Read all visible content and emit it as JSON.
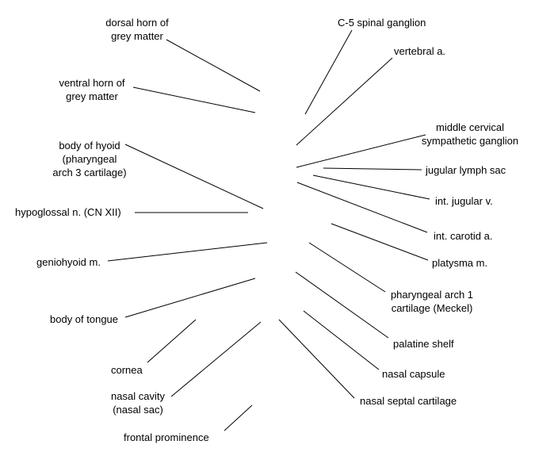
{
  "labels": {
    "dorsal_horn": "dorsal horn of\ngrey matter",
    "ventral_horn": "ventral horn of\ngrey matter",
    "body_of_hyoid": "body of hyoid\n(pharyngeal\narch 3 cartilage)",
    "hypoglossal": "hypoglossal n. (CN XII)",
    "geniohyoid": "geniohyoid m.",
    "body_of_tongue": "body of tongue",
    "cornea": "cornea",
    "nasal_cavity": "nasal cavity\n(nasal sac)",
    "frontal_prominence": "frontal prominence",
    "c5_ganglion": "C-5 spinal ganglion",
    "vertebral_a": "vertebral a.",
    "middle_cervical": "middle cervical\nsympathetic ganglion",
    "jugular_lymph_sac": "jugular lymph sac",
    "int_jugular_v": "int. jugular v.",
    "int_carotid_a": "int. carotid a.",
    "platysma": "platysma m.",
    "meckel": "pharyngeal arch 1\ncartilage (Meckel)",
    "palatine_shelf": "palatine shelf",
    "nasal_capsule": "nasal capsule",
    "nasal_septal": "nasal septal cartilage"
  }
}
